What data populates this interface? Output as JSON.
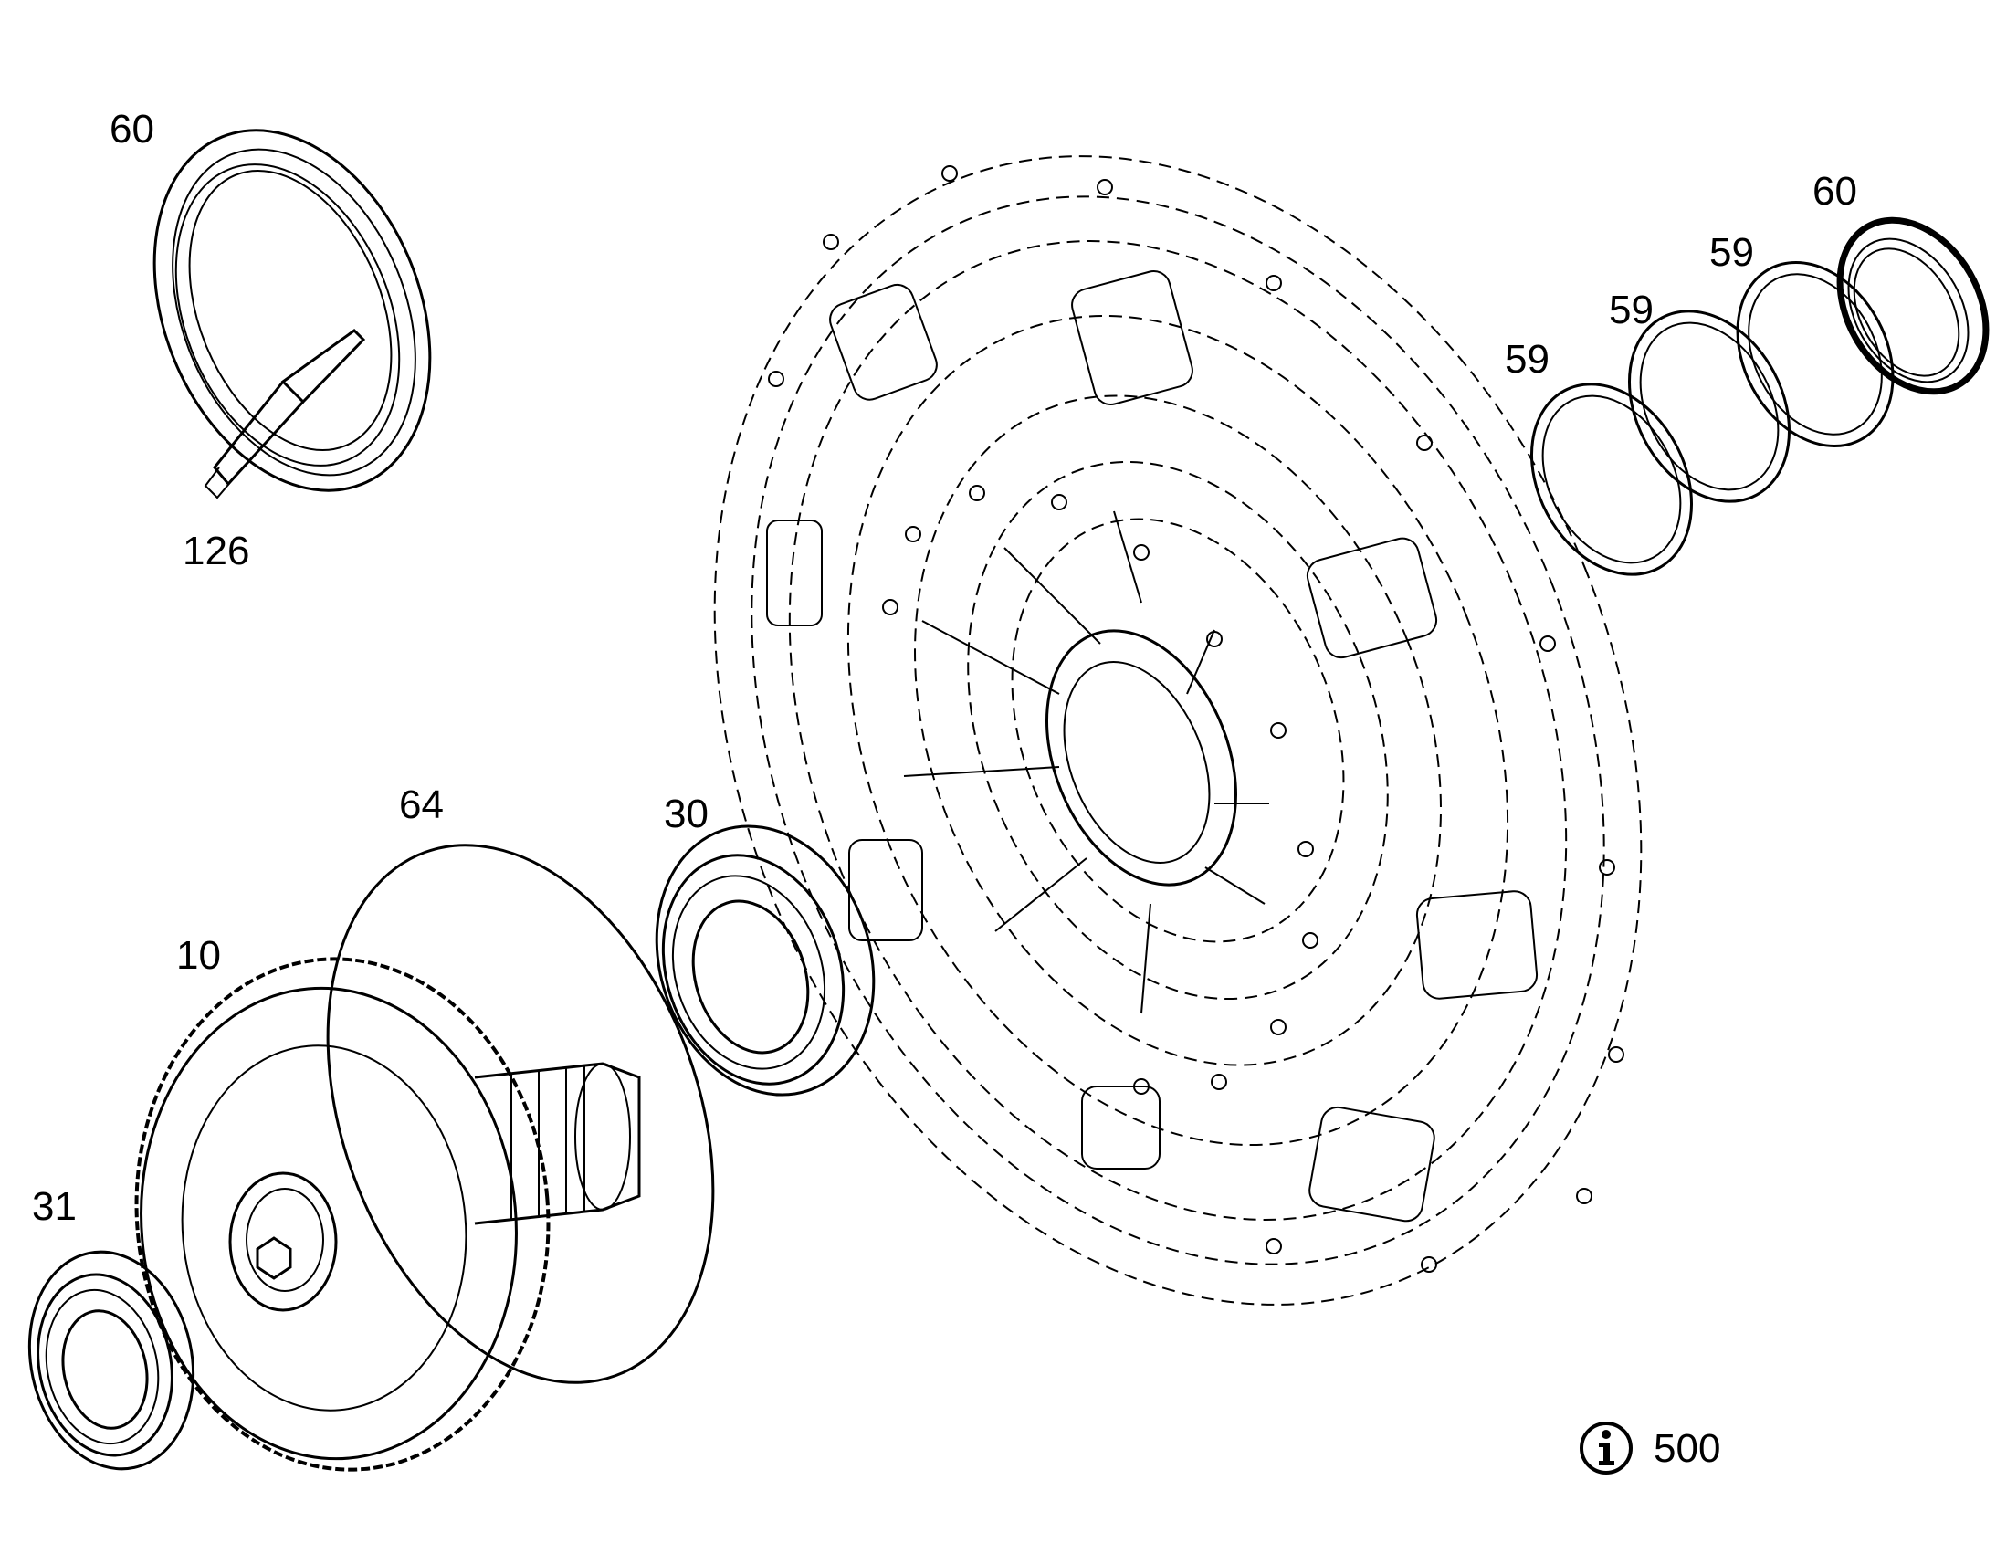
{
  "diagram": {
    "callouts": [
      {
        "id": "c60a",
        "label": "60"
      },
      {
        "id": "c126",
        "label": "126"
      },
      {
        "id": "c60b",
        "label": "60"
      },
      {
        "id": "c59a",
        "label": "59"
      },
      {
        "id": "c59b",
        "label": "59"
      },
      {
        "id": "c59c",
        "label": "59"
      },
      {
        "id": "c64",
        "label": "64"
      },
      {
        "id": "c30",
        "label": "30"
      },
      {
        "id": "c10",
        "label": "10"
      },
      {
        "id": "c31",
        "label": "31"
      }
    ],
    "info": {
      "icon": "info-icon",
      "label": "500"
    },
    "colors": {
      "line": "#000000",
      "background": "#ffffff"
    }
  }
}
